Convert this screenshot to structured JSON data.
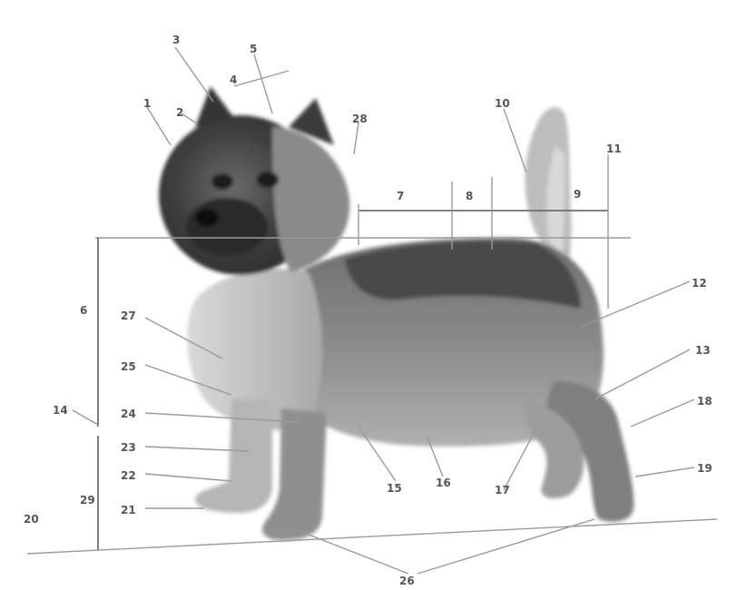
{
  "figure": {
    "subject": "dog-anatomy-diagram",
    "colors": {
      "line": "#9a9a9a",
      "text": "#555555",
      "fur_dark": "#3d3d3d",
      "fur_mid": "#7a7a7a",
      "fur_light": "#cfcfcf"
    },
    "labels": {
      "l1": "1",
      "l2": "2",
      "l3": "3",
      "l4": "4",
      "l5": "5",
      "l6": "6",
      "l7": "7",
      "l8": "8",
      "l9": "9",
      "l10": "10",
      "l11": "11",
      "l12": "12",
      "l13": "13",
      "l14": "14",
      "l15": "15",
      "l16": "16",
      "l17": "17",
      "l18": "18",
      "l19": "19",
      "l20": "20",
      "l21": "21",
      "l22": "22",
      "l23": "23",
      "l24": "24",
      "l25": "25",
      "l26": "26",
      "l27": "27",
      "l28": "28",
      "l29": "29"
    }
  }
}
